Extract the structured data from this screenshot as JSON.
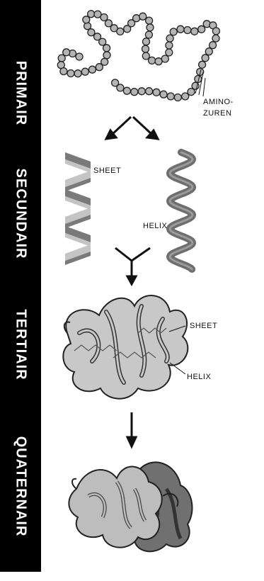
{
  "stages": {
    "primary": "PRIMAIR",
    "secondary": "SECUNDAIR",
    "tertiary": "TERTIAIR",
    "quaternary": "QUATERNAIR"
  },
  "labels": {
    "amino_line1": "AMINO-",
    "amino_line2": "ZUREN",
    "sheet": "SHEET",
    "helix": "HELIX",
    "tertiary_sheet": "SHEET",
    "tertiary_helix": "HELIX"
  },
  "colors": {
    "sidebar": "#000000",
    "bead_fill": "#b4b4b4",
    "sheet_dark": "#7a7a7a",
    "sheet_light": "#c4c4c4",
    "helix": "#6e6e6e",
    "tertiary_fill": "#c8c8c8",
    "quaternary_light": "#bdbdbd",
    "quaternary_dark": "#707070"
  }
}
